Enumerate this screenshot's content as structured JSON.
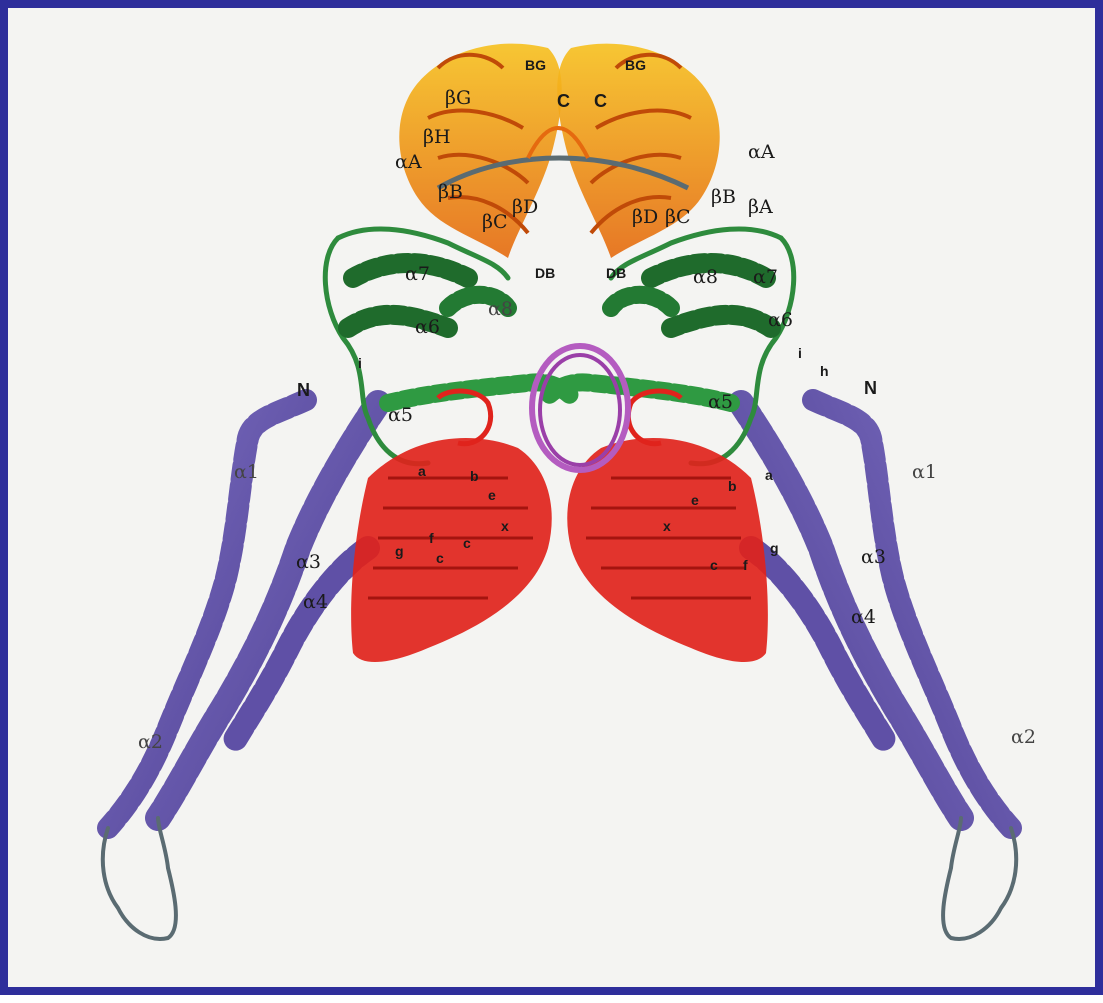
{
  "colors": {
    "frame": "#2e2e9b",
    "background": "#f4f4f2",
    "orange_domain": "#f2a51a",
    "green_domain": "#2e8b3d",
    "red_domain": "#e0231c",
    "purple_domain": "#6b5bb0",
    "magenta_ring": "#b45cc0",
    "grey_loop": "#5a6b72"
  },
  "labels": {
    "left": {
      "bg": "BG",
      "c": "C",
      "bG": "βG",
      "bH": "βH",
      "aA": "αA",
      "bB": "βB",
      "bC": "βC",
      "bD": "βD",
      "db": "DB",
      "a7": "α7",
      "a6": "α6",
      "a8": "α8",
      "a5": "α5",
      "i": "i",
      "N": "N",
      "a1": "α1",
      "a3": "α3",
      "a4": "α4",
      "a2": "α2",
      "a": "a",
      "b": "b",
      "e": "e",
      "f": "f",
      "g": "g",
      "c_small": "c",
      "c2": "c",
      "x": "x"
    },
    "right": {
      "bg": "BG",
      "c": "C",
      "aA": "αA",
      "bB": "βB",
      "bA": "βA",
      "bC": "βC",
      "bD": "βD",
      "db": "DB",
      "a8": "α8",
      "a7": "α7",
      "a6": "α6",
      "a5": "α5",
      "h": "h",
      "i": "i",
      "N": "N",
      "a1": "α1",
      "a3": "α3",
      "a4": "α4",
      "a2": "α2",
      "a": "a",
      "b": "b",
      "e": "e",
      "f": "f",
      "g": "g",
      "c_small": "c",
      "x": "x"
    }
  }
}
